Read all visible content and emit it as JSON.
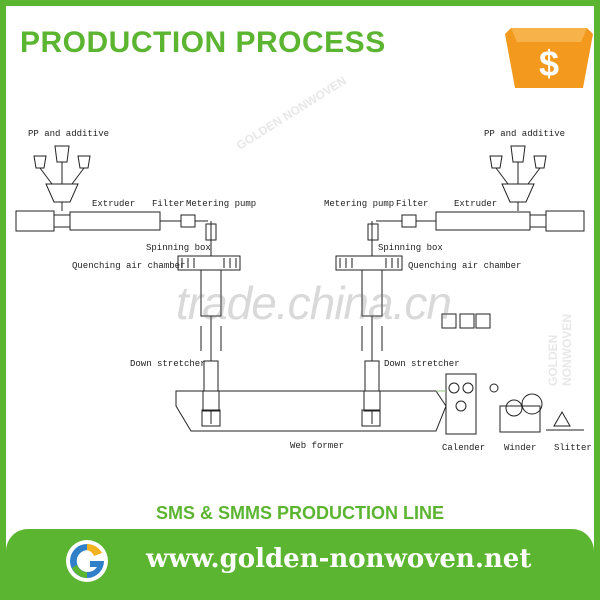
{
  "header": {
    "title": "PRODUCTION PROCESS",
    "price_icon": "dollar-tag-icon"
  },
  "diagram": {
    "labels": {
      "pp_left": "PP and additive",
      "pp_right": "PP and additive",
      "extruder_left": "Extruder",
      "extruder_right": "Extruder",
      "filter_left": "Filter",
      "filter_right": "Filter",
      "metering_left": "Metering pump",
      "metering_right": "Metering pump",
      "spinning_left": "Spinning box",
      "spinning_right": "Spinning box",
      "quench_left": "Quenching air chamber",
      "quench_right": "Quenching air chamber",
      "down_left": "Down stretcher",
      "down_right": "Down stretcher",
      "web_former": "Web former",
      "calender": "Calender",
      "winder": "Winder",
      "slitter": "Slitter"
    }
  },
  "watermarks": {
    "site": "trade.china.cn",
    "brand": "GOLDEN NONWOVEN"
  },
  "banner": {
    "subtitle": "SMS & SMMS PRODUCTION LINE"
  },
  "footer": {
    "website": "www.golden-nonwoven.net",
    "logo_icon": "golden-g-logo-icon"
  }
}
